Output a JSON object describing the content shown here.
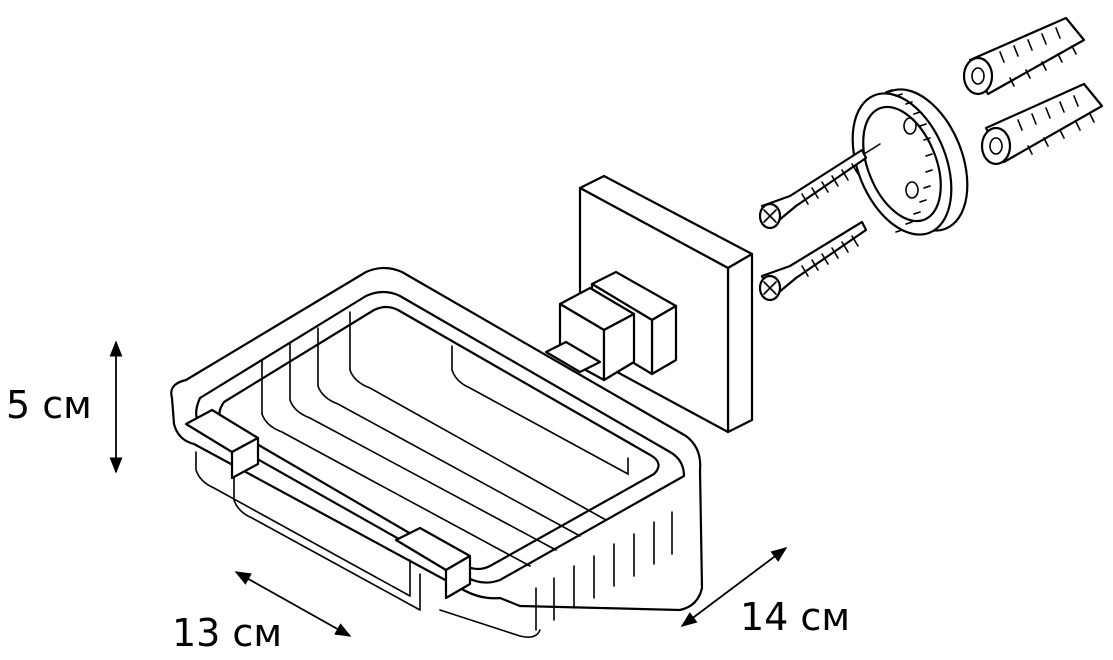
{
  "dimensions": {
    "height_label": "5 см",
    "width_label": "13 см",
    "depth_label": "14 см"
  },
  "colors": {
    "line": "#000000",
    "background": "#ffffff"
  }
}
